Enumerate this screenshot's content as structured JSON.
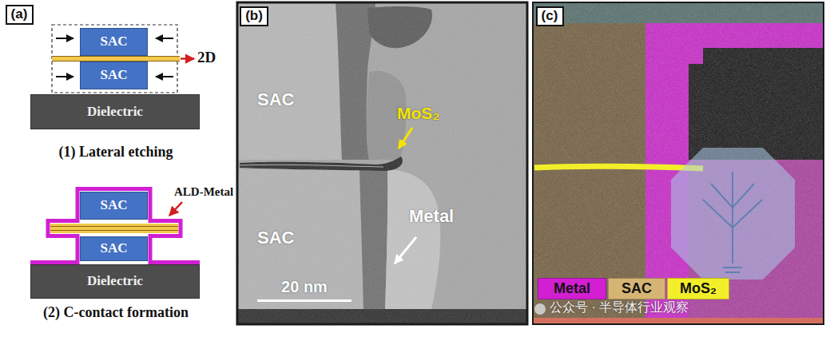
{
  "diagram": {
    "nodes": [
      {
        "text": [
          "(a)"
        ]
      },
      {
        "text": [
          "SAC"
        ]
      },
      {
        "text": [
          "SAC"
        ]
      },
      {
        "text": [
          "Dielectric"
        ]
      },
      {
        "text": [
          "SAC"
        ]
      },
      {
        "text": [
          "SAC"
        ]
      },
      {
        "text": [
          "Dielectric"
        ]
      },
      {
        "text": [
          "(b)"
        ]
      },
      {
        "text": [
          "(c)"
        ]
      }
    ],
    "labels": [
      "2D",
      "(1) Lateral etching",
      "ALD-Metal",
      "(2) C-contact formation",
      "SAC",
      "MoS₂",
      "SAC",
      "Metal",
      "20 nm",
      "公众号 · 半导体行业观察"
    ],
    "legend": [
      {
        "text": "Metal",
        "color": "#d21fd2"
      },
      {
        "text": "SAC",
        "color": "#d6b574"
      },
      {
        "text": "MoS₂",
        "color": "#f2ef2a"
      }
    ]
  }
}
